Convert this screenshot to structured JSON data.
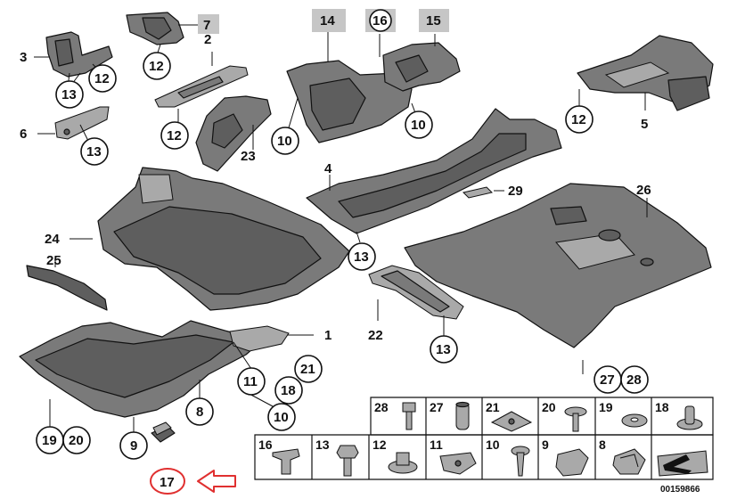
{
  "diagram": {
    "drawing_number": "00159866",
    "highlight_color": "#e03030",
    "labels": {
      "l1": "1",
      "l2": "2",
      "l3": "3",
      "l4": "4",
      "l5": "5",
      "l6": "6",
      "l7": "7",
      "l8": "8",
      "l9": "9",
      "l10a": "10",
      "l10b": "10",
      "l10c": "10",
      "l11": "11",
      "l12a": "12",
      "l12b": "12",
      "l12c": "12",
      "l12d": "12",
      "l13a": "13",
      "l13b": "13",
      "l13c": "13",
      "l13d": "13",
      "l14": "14",
      "l15": "15",
      "l16": "16",
      "l17": "17",
      "l18": "18",
      "l19": "19",
      "l20": "20",
      "l21": "21",
      "l22": "22",
      "l23": "23",
      "l24": "24",
      "l25": "25",
      "l26": "26",
      "l27": "27",
      "l28": "28",
      "l29": "29"
    },
    "legend": {
      "top_row": [
        "28",
        "27",
        "21",
        "20",
        "19",
        "18"
      ],
      "bottom_row": [
        "16",
        "13",
        "12",
        "11",
        "10",
        "9",
        "8"
      ]
    }
  }
}
